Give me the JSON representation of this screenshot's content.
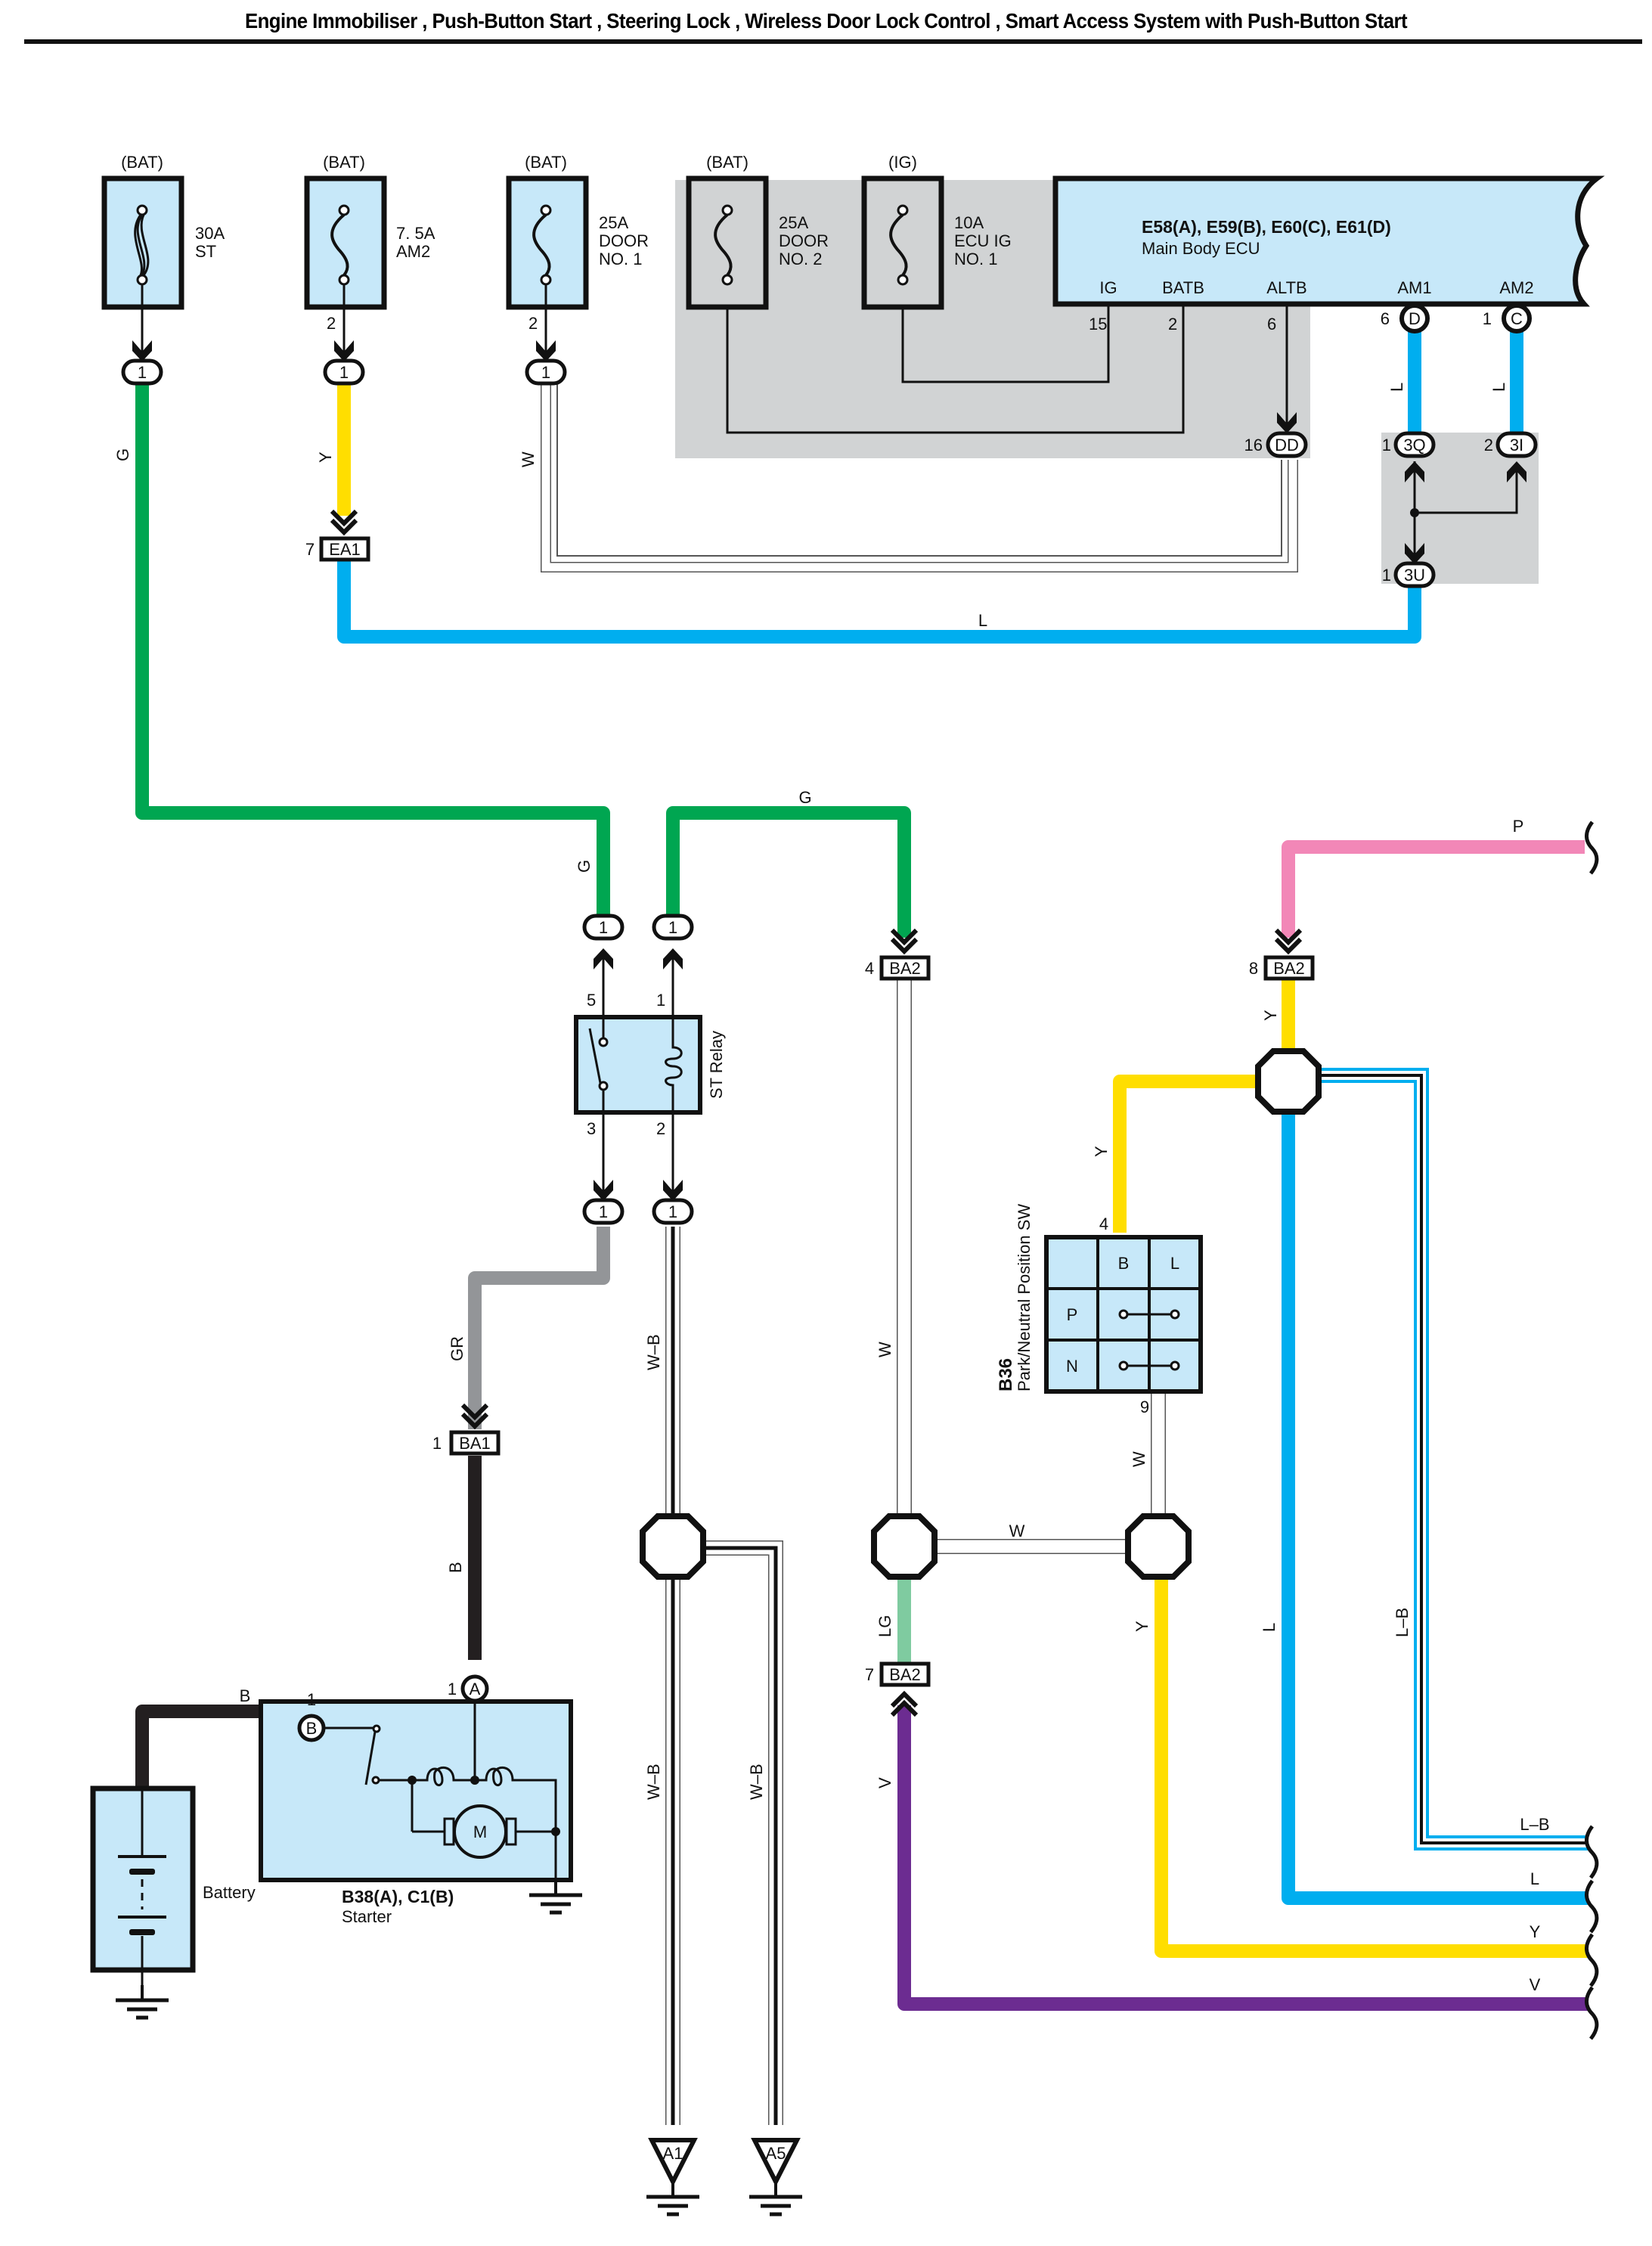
{
  "title": "Engine Immobiliser , Push-Button Start , Steering Lock , Wireless Door Lock Control , Smart Access System with Push-Button Start",
  "colors": {
    "G": "#00a651",
    "Y": "#ffde00",
    "L": "#00aeef",
    "GR": "#939598",
    "B": "#231f20",
    "P": "#f287b7",
    "LG": "#7fcba0",
    "V": "#6c2c91",
    "W": "#ffffff",
    "component_fill": "#c7e8f9",
    "shaded_area": "#d1d3d4"
  },
  "fuses": [
    {
      "source": "(BAT)",
      "rating": "30A",
      "name_lines": [
        "ST"
      ],
      "pin": "",
      "connector": "1",
      "type": "fusible-link"
    },
    {
      "source": "(BAT)",
      "rating": "7. 5A",
      "name_lines": [
        "AM2"
      ],
      "pin": "2",
      "connector": "1",
      "type": "fuse"
    },
    {
      "source": "(BAT)",
      "rating": "25A",
      "name_lines": [
        "DOOR",
        "NO. 1"
      ],
      "pin": "2",
      "connector": "1",
      "type": "fuse"
    },
    {
      "source": "(BAT)",
      "rating": "25A",
      "name_lines": [
        "DOOR",
        "NO. 2"
      ],
      "pin": "",
      "connector": "",
      "type": "fuse"
    },
    {
      "source": "(IG)",
      "rating": "10A",
      "name_lines": [
        "ECU IG",
        "NO. 1"
      ],
      "pin": "",
      "connector": "",
      "type": "fuse"
    }
  ],
  "ecu": {
    "code": "E58(A), E59(B), E60(C), E61(D)",
    "name": "Main Body ECU",
    "terminals": [
      {
        "name": "IG",
        "pin": "15"
      },
      {
        "name": "BATB",
        "pin": "2"
      },
      {
        "name": "ALTB",
        "pin": "6"
      },
      {
        "name": "AM1",
        "pin": "6",
        "connector": "D"
      },
      {
        "name": "AM2",
        "pin": "1",
        "connector": "C"
      }
    ]
  },
  "junction_connectors": [
    {
      "pin": "16",
      "id": "DD"
    },
    {
      "pin": "1",
      "id": "3Q"
    },
    {
      "pin": "2",
      "id": "3I"
    },
    {
      "pin": "1",
      "id": "3U"
    }
  ],
  "connectors": {
    "EA1": {
      "pin": "7",
      "id": "EA1"
    },
    "BA1": {
      "pin": "1",
      "id": "BA1"
    },
    "BA2_4": {
      "pin": "4",
      "id": "BA2"
    },
    "BA2_8": {
      "pin": "8",
      "id": "BA2"
    },
    "BA2_7": {
      "pin": "7",
      "id": "BA2"
    },
    "relay_in_left": "1",
    "relay_in_right": "1",
    "relay_out_left": "1",
    "relay_out_right": "1"
  },
  "relay": {
    "name": "ST Relay",
    "pins": {
      "top_left": "5",
      "top_right": "1",
      "bottom_left": "3",
      "bottom_right": "2"
    }
  },
  "pn_switch": {
    "code": "B36",
    "name": "Park/Neutral Position SW",
    "columns": [
      "",
      "B",
      "L"
    ],
    "rows": [
      "P",
      "N"
    ],
    "pin_top": "4",
    "pin_bottom": "9"
  },
  "starter": {
    "code": "B38(A), C1(B)",
    "name": "Starter",
    "terminal_a": {
      "pin": "1",
      "id": "A"
    },
    "terminal_b": {
      "pin": "1",
      "id": "B"
    },
    "motor_label": "M"
  },
  "battery": {
    "name": "Battery"
  },
  "grounds": [
    {
      "id": "A1"
    },
    {
      "id": "A5"
    }
  ],
  "wire_labels": {
    "g_left_vertical": "G",
    "y_am2": "Y",
    "w_door1": "W",
    "l_am1": "L",
    "l_am2": "L",
    "l_bottom": "L",
    "g_relay_in": "G",
    "g_top_right": "G",
    "p_top": "P",
    "y_ba2": "Y",
    "y_pn": "Y",
    "gr": "GR",
    "wb_relay": "W–B",
    "w_ba2": "W",
    "w_pn": "W",
    "w_horizontal": "W",
    "b_starter": "B",
    "b_battery": "B",
    "wb_a1": "W–B",
    "wb_a5": "W–B",
    "lg": "LG",
    "y_lower": "Y",
    "l_right": "L",
    "lb_right": "L–B",
    "v_left": "V",
    "out_lb": "L–B",
    "out_l": "L",
    "out_y": "Y",
    "out_v": "V"
  }
}
